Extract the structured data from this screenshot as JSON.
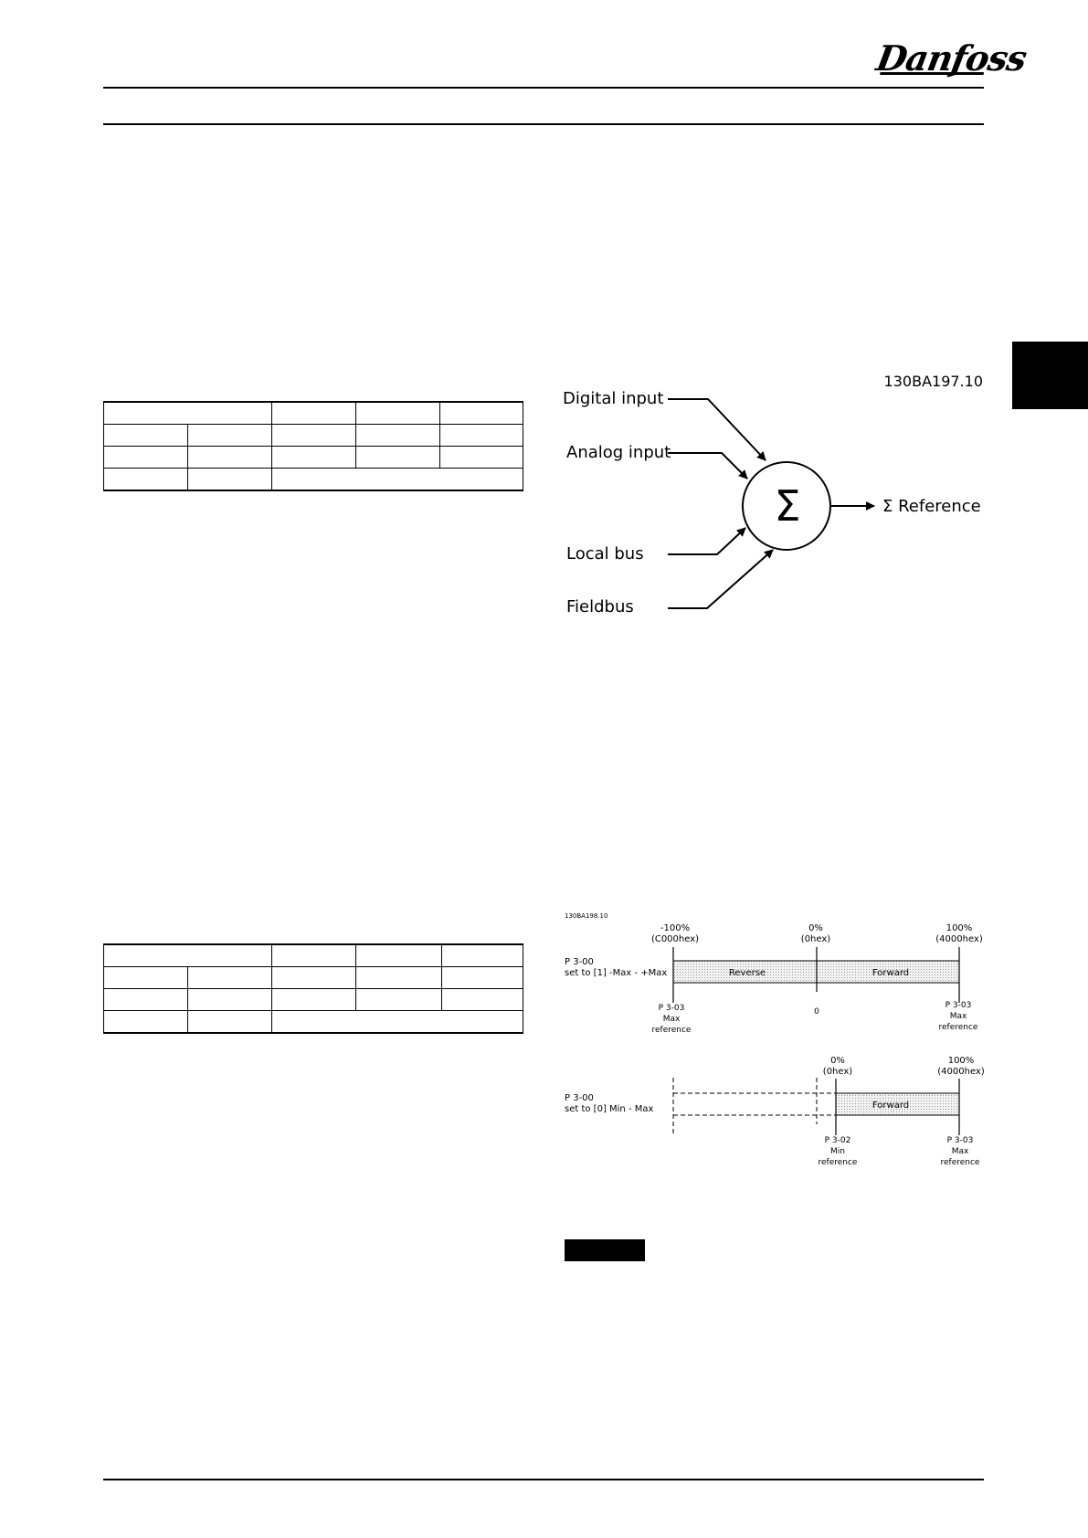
{
  "header": {
    "brand": "Danfoss"
  },
  "diagram_reference": {
    "code": "130BA197.10",
    "inputs": [
      "Digital input",
      "Analog input",
      "Local bus",
      "Fieldbus"
    ],
    "sum_symbol": "Σ",
    "output": "Σ Reference"
  },
  "diagram_range": {
    "code": "130BA198.10",
    "top": {
      "param": "P 3-00",
      "setting": "set to [1] -Max - +Max",
      "left_pct": "-100%",
      "left_hex": "(C000hex)",
      "mid_pct": "0%",
      "mid_hex": "(0hex)",
      "right_pct": "100%",
      "right_hex": "(4000hex)",
      "reverse": "Reverse",
      "forward": "Forward",
      "left_below": [
        "P 3-03",
        "Max",
        "reference"
      ],
      "mid_below": "0",
      "right_below": [
        "P 3-03",
        "Max",
        "reference"
      ]
    },
    "bottom": {
      "param": "P 3-00",
      "setting": "set to [0] Min - Max",
      "mid_pct": "0%",
      "mid_hex": "(0hex)",
      "right_pct": "100%",
      "right_hex": "(4000hex)",
      "forward": "Forward",
      "min_below": [
        "P 3-02",
        "Min",
        "reference"
      ],
      "right_below": [
        "P 3-03",
        "Max",
        "reference"
      ]
    }
  }
}
